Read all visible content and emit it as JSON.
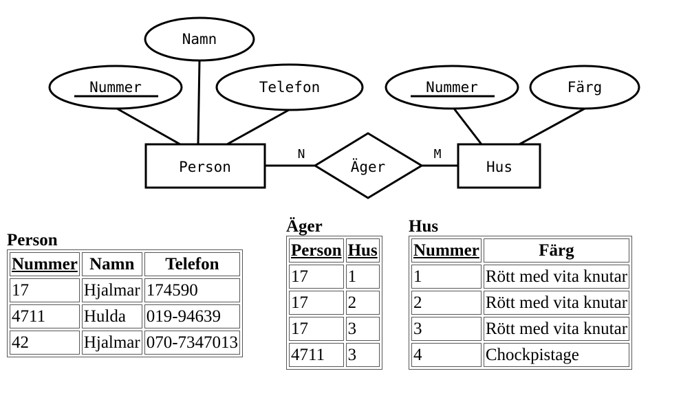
{
  "er_diagram": {
    "entities": [
      {
        "label": "Person"
      },
      {
        "label": "Hus"
      }
    ],
    "relationship": {
      "label": "Äger"
    },
    "attributes": [
      {
        "label": "Namn",
        "key": false
      },
      {
        "label": "Nummer",
        "key": true
      },
      {
        "label": "Telefon",
        "key": false
      },
      {
        "label": "Nummer",
        "key": true
      },
      {
        "label": "Färg",
        "key": false
      }
    ],
    "cardinalities": [
      "N",
      "M"
    ]
  },
  "tables": {
    "person": {
      "title": "Person",
      "headers": [
        "Nummer",
        "Namn",
        "Telefon"
      ],
      "rows": [
        [
          "17",
          "Hjalmar",
          "174590"
        ],
        [
          "4711",
          "Hulda",
          "019-94639"
        ],
        [
          "42",
          "Hjalmar",
          "070-7347013"
        ]
      ]
    },
    "ager": {
      "title": "Äger",
      "headers": [
        "Person",
        "Hus"
      ],
      "rows": [
        [
          "17",
          "1"
        ],
        [
          "17",
          "2"
        ],
        [
          "17",
          "3"
        ],
        [
          "4711",
          "3"
        ]
      ]
    },
    "hus": {
      "title": "Hus",
      "headers": [
        "Nummer",
        "Färg"
      ],
      "rows": [
        [
          "1",
          "Rött med vita knutar"
        ],
        [
          "2",
          "Rött med vita knutar"
        ],
        [
          "3",
          "Rött med vita knutar"
        ],
        [
          "4",
          "Chockpistage"
        ]
      ]
    }
  }
}
